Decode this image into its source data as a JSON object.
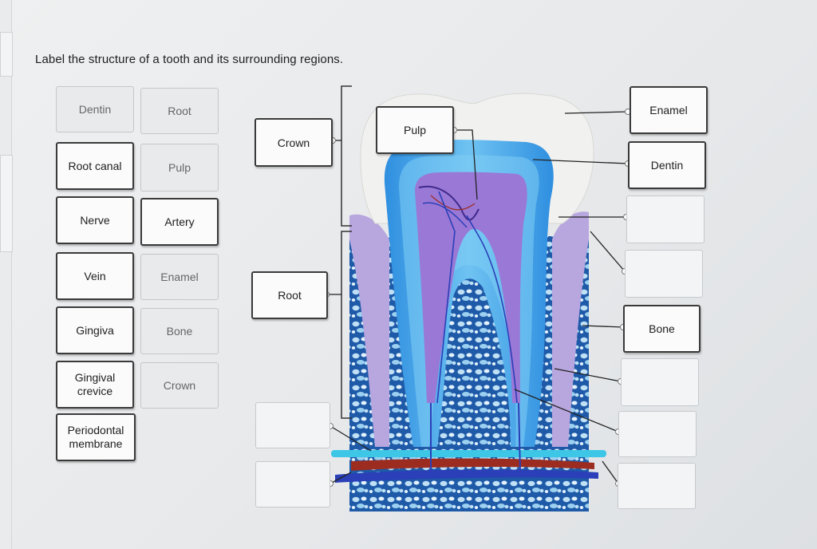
{
  "instruction": "Label the structure of a tooth and its surrounding regions.",
  "word_bank": [
    {
      "label": "Dentin",
      "state": "used"
    },
    {
      "label": "Root",
      "state": "used"
    },
    {
      "label": "Root canal",
      "state": "available"
    },
    {
      "label": "Pulp",
      "state": "used"
    },
    {
      "label": "Nerve",
      "state": "available"
    },
    {
      "label": "Artery",
      "state": "available"
    },
    {
      "label": "Vein",
      "state": "available"
    },
    {
      "label": "Enamel",
      "state": "used"
    },
    {
      "label": "Gingiva",
      "state": "available"
    },
    {
      "label": "Bone",
      "state": "used"
    },
    {
      "label": "Gingival crevice",
      "state": "available"
    },
    {
      "label": "Crown",
      "state": "used"
    },
    {
      "label": "Periodontal membrane",
      "state": "available"
    }
  ],
  "drop_targets": [
    {
      "label": "Crown"
    },
    {
      "label": "Pulp"
    },
    {
      "label": "Root"
    },
    {
      "label": "Enamel"
    },
    {
      "label": "Dentin"
    },
    {
      "label": ""
    },
    {
      "label": ""
    },
    {
      "label": "Bone"
    },
    {
      "label": ""
    },
    {
      "label": ""
    },
    {
      "label": ""
    },
    {
      "label": ""
    },
    {
      "label": ""
    }
  ],
  "colors": {
    "enamel": "#f1f1ef",
    "dentin_blue": "#2f8fe0",
    "dentin_light": "#6fc3f2",
    "pulp": "#9a78d6",
    "gum": "#b8a6df",
    "bone": "#1e5aa8",
    "bone_light": "#bfe0f5",
    "artery": "#9c2c1f",
    "vein": "#2a3fb8",
    "nerve": "#3ec6e6"
  }
}
